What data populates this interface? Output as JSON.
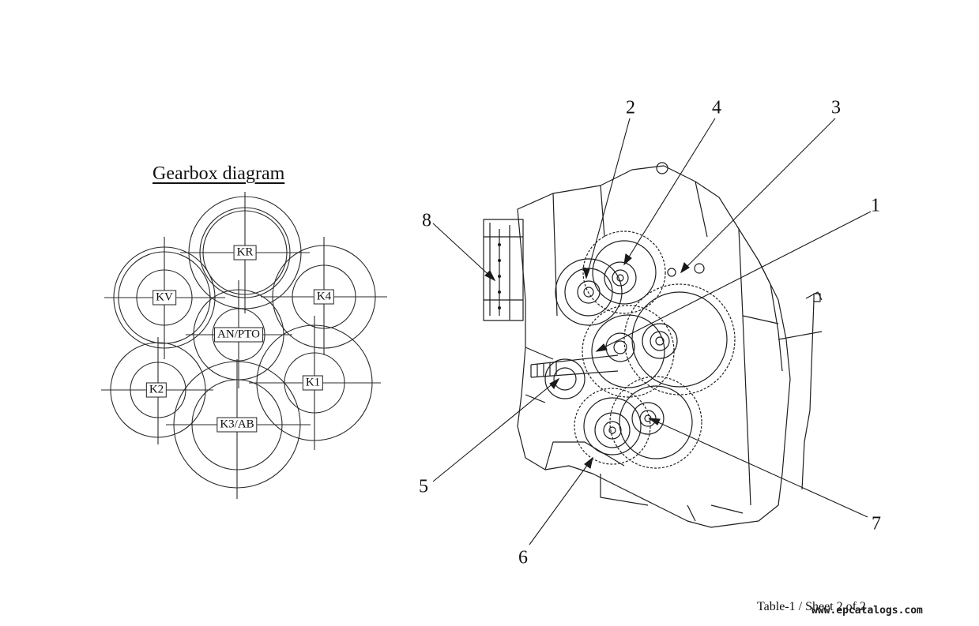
{
  "diagram": {
    "title": "Gearbox diagram",
    "shafts": [
      {
        "id": "kr",
        "label": "KR"
      },
      {
        "id": "kv",
        "label": "KV"
      },
      {
        "id": "k4",
        "label": "K4"
      },
      {
        "id": "an-pto",
        "label": "AN/PTO"
      },
      {
        "id": "k1",
        "label": "K1"
      },
      {
        "id": "k2",
        "label": "K2"
      },
      {
        "id": "k3-ab",
        "label": "K3/AB"
      }
    ]
  },
  "callouts": [
    "1",
    "2",
    "3",
    "4",
    "5",
    "6",
    "7",
    "8"
  ],
  "footer": {
    "sheet": "Table-1 / Sheet 2 of 2"
  },
  "watermark": {
    "text": "www.epcatalogs.com"
  }
}
